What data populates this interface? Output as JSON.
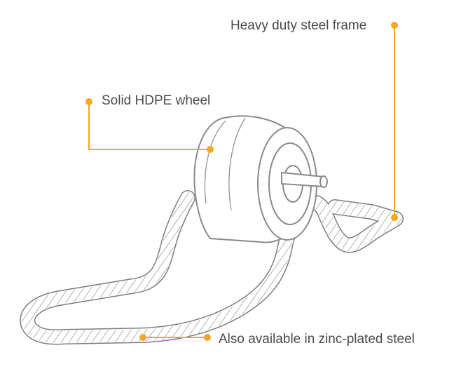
{
  "callouts": {
    "frame": "Heavy duty steel frame",
    "wheel": "Solid HDPE wheel",
    "zinc": "Also available in zinc-plated steel"
  },
  "colors": {
    "accent": "#F5A623",
    "outline": "#8a8a8a",
    "text": "#4a4a4a"
  },
  "illustration": {
    "subject": "dolly-wheel-on-twisted-rebar-frame"
  }
}
